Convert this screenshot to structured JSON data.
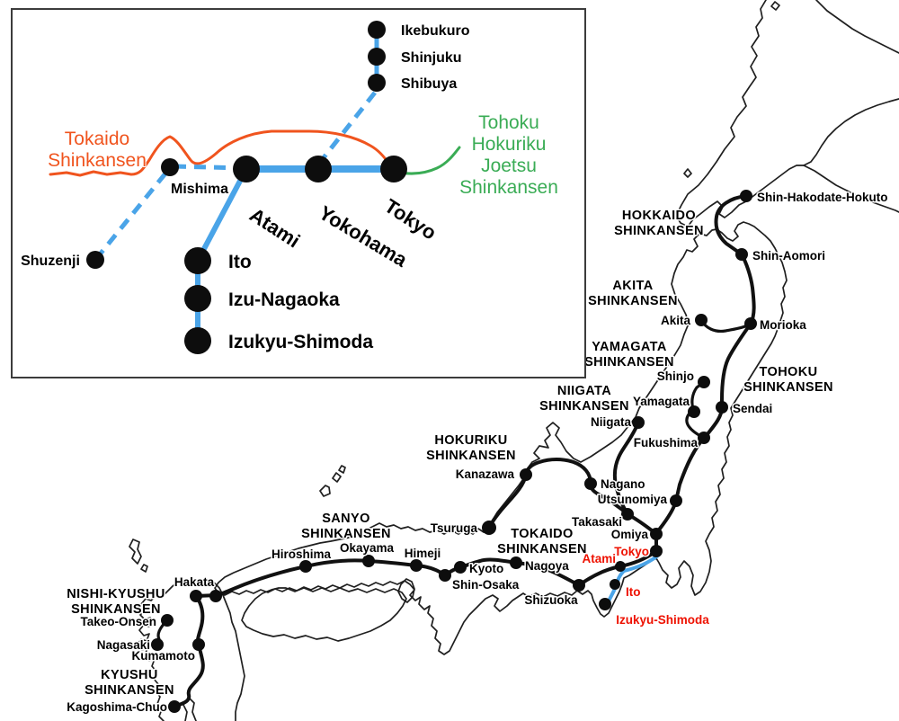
{
  "colors": {
    "rail": "#111111",
    "izu_blue": "#4aa4e8",
    "tokaido_orange": "#f0541e",
    "joetsu_green": "#3aac55",
    "highlight_red": "#ee1100"
  },
  "inset": {
    "tokaido_label": [
      "Tokaido",
      "Shinkansen"
    ],
    "joetsu_label": [
      "Tohoku",
      "Hokuriku",
      "Joetsu",
      "Shinkansen"
    ],
    "stations": {
      "ikebukuro": "Ikebukuro",
      "shinjuku": "Shinjuku",
      "shibuya": "Shibuya",
      "mishima": "Mishima",
      "shuzenji": "Shuzenji",
      "atami": "Atami",
      "yokohama": "Yokohama",
      "tokyo": "Tokyo",
      "ito": "Ito",
      "izu_nagaoka": "Izu-Nagaoka",
      "izukyu_shimoda": "Izukyu-Shimoda"
    }
  },
  "map": {
    "line_labels": {
      "hokkaido": [
        "HOKKAIDO",
        "SHINKANSEN"
      ],
      "akita": [
        "AKITA",
        "SHINKANSEN"
      ],
      "yamagata": [
        "YAMAGATA",
        "SHINKANSEN"
      ],
      "tohoku": [
        "TOHOKU",
        "SHINKANSEN"
      ],
      "niigata": [
        "NIIGATA",
        "SHINKANSEN"
      ],
      "hokuriku": [
        "HOKURIKU",
        "SHINKANSEN"
      ],
      "sanyo": [
        "SANYO",
        "SHINKANSEN"
      ],
      "tokaido": [
        "TOKAIDO",
        "SHINKANSEN"
      ],
      "nishi_kyushu": [
        "NISHI-KYUSHU",
        "SHINKANSEN"
      ],
      "kyushu": [
        "KYUSHU",
        "SHINKANSEN"
      ]
    },
    "stations": {
      "shin_hakodate_hokuto": "Shin-Hakodate-Hokuto",
      "shin_aomori": "Shin-Aomori",
      "akita": "Akita",
      "morioka": "Morioka",
      "shinjo": "Shinjo",
      "yamagata": "Yamagata",
      "sendai": "Sendai",
      "niigata": "Niigata",
      "fukushima": "Fukushima",
      "kanazawa": "Kanazawa",
      "nagano": "Nagano",
      "utsunomiya": "Utsunomiya",
      "takasaki": "Takasaki",
      "omiya": "Omiya",
      "tsuruga": "Tsuruga",
      "tokyo": "Tokyo",
      "atami": "Atami",
      "shizuoka": "Shizuoka",
      "ito": "Ito",
      "izukyu_shimoda": "Izukyu-Shimoda",
      "nagoya": "Nagoya",
      "kyoto": "Kyoto",
      "shin_osaka": "Shin-Osaka",
      "himeji": "Himeji",
      "okayama": "Okayama",
      "hiroshima": "Hiroshima",
      "hakata": "Hakata",
      "takeo_onsen": "Takeo-Onsen",
      "nagasaki": "Nagasaki",
      "kumamoto": "Kumamoto",
      "kagoshima_chuo": "Kagoshima-Chuo"
    }
  }
}
